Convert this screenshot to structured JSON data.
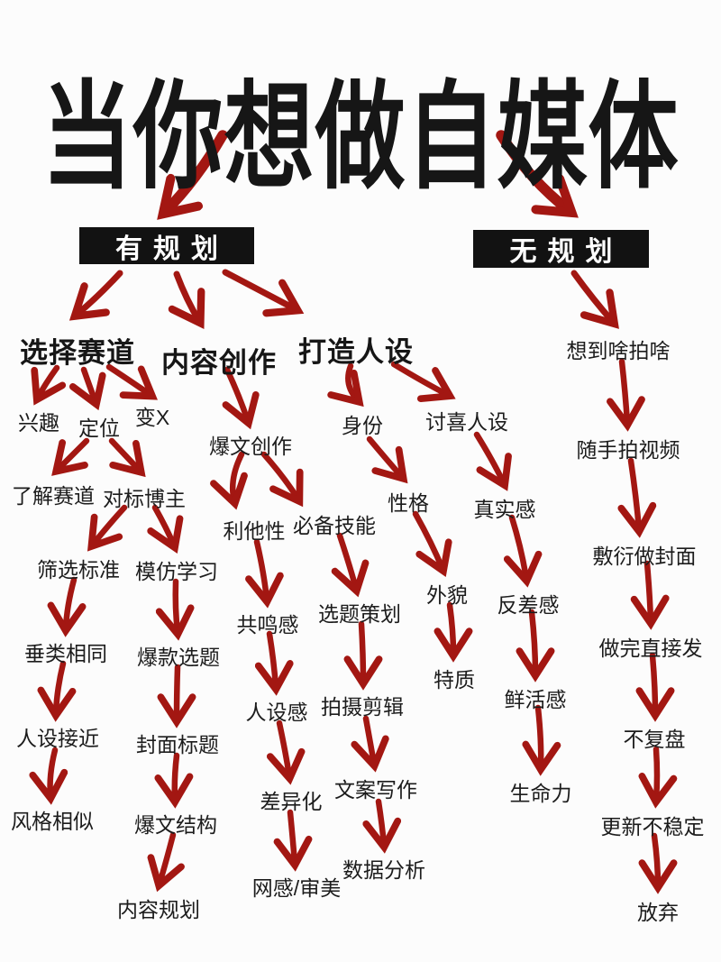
{
  "colors": {
    "arrow": "#a31712",
    "box_bg": "#121212",
    "text": "#161616",
    "page_bg": "#fcfcfc"
  },
  "nodes": {
    "title": "当你想做自媒体",
    "planned": "有规划",
    "unplanned": "无规划",
    "select_track": "选择赛道",
    "content_creation": "内容创作",
    "build_persona": "打造人设",
    "interest": "兴趣",
    "positioning": "定位",
    "monetize": "变X",
    "know_track": "了解赛道",
    "benchmark_bloggers": "对标博主",
    "filter_criteria": "筛选标准",
    "imitate_learn": "模仿学习",
    "same_vertical": "垂类相同",
    "close_persona": "人设接近",
    "similar_style": "风格相似",
    "hit_topic": "爆款选题",
    "cover_title": "封面标题",
    "viral_structure": "爆文结构",
    "content_plan": "内容规划",
    "viral_writing": "爆文创作",
    "altruism": "利他性",
    "required_skills": "必备技能",
    "resonance": "共鸣感",
    "persona_feel": "人设感",
    "differentiation": "差异化",
    "web_sense": "网感/审美",
    "topic_plan": "选题策划",
    "shoot_edit": "拍摄剪辑",
    "copywriting": "文案写作",
    "data_analysis": "数据分析",
    "identity": "身份",
    "likable_persona": "讨喜人设",
    "personality": "性格",
    "appearance": "外貌",
    "traits": "特质",
    "authenticity": "真实感",
    "contrast": "反差感",
    "vividness": "鲜活感",
    "vitality": "生命力",
    "random_shoot": "想到啥拍啥",
    "casual_video": "随手拍视频",
    "careless_cover": "敷衍做封面",
    "post_directly": "做完直接发",
    "no_review": "不复盘",
    "unstable_update": "更新不稳定",
    "give_up": "放弃"
  },
  "edges": [
    {
      "from": "title",
      "to": "planned"
    },
    {
      "from": "title",
      "to": "unplanned"
    },
    {
      "from": "planned",
      "to": "select_track"
    },
    {
      "from": "planned",
      "to": "content_creation"
    },
    {
      "from": "planned",
      "to": "build_persona"
    },
    {
      "from": "select_track",
      "to": "interest"
    },
    {
      "from": "select_track",
      "to": "positioning"
    },
    {
      "from": "select_track",
      "to": "monetize"
    },
    {
      "from": "positioning",
      "to": "know_track"
    },
    {
      "from": "positioning",
      "to": "benchmark_bloggers"
    },
    {
      "from": "benchmark_bloggers",
      "to": "filter_criteria"
    },
    {
      "from": "benchmark_bloggers",
      "to": "imitate_learn"
    },
    {
      "from": "filter_criteria",
      "to": "same_vertical"
    },
    {
      "from": "same_vertical",
      "to": "close_persona"
    },
    {
      "from": "close_persona",
      "to": "similar_style"
    },
    {
      "from": "imitate_learn",
      "to": "hit_topic"
    },
    {
      "from": "hit_topic",
      "to": "cover_title"
    },
    {
      "from": "cover_title",
      "to": "viral_structure"
    },
    {
      "from": "viral_structure",
      "to": "content_plan"
    },
    {
      "from": "content_creation",
      "to": "viral_writing"
    },
    {
      "from": "viral_writing",
      "to": "altruism"
    },
    {
      "from": "viral_writing",
      "to": "required_skills"
    },
    {
      "from": "altruism",
      "to": "resonance"
    },
    {
      "from": "resonance",
      "to": "persona_feel"
    },
    {
      "from": "persona_feel",
      "to": "differentiation"
    },
    {
      "from": "differentiation",
      "to": "web_sense"
    },
    {
      "from": "required_skills",
      "to": "topic_plan"
    },
    {
      "from": "topic_plan",
      "to": "shoot_edit"
    },
    {
      "from": "shoot_edit",
      "to": "copywriting"
    },
    {
      "from": "copywriting",
      "to": "data_analysis"
    },
    {
      "from": "build_persona",
      "to": "identity"
    },
    {
      "from": "build_persona",
      "to": "likable_persona"
    },
    {
      "from": "identity",
      "to": "personality"
    },
    {
      "from": "personality",
      "to": "appearance"
    },
    {
      "from": "appearance",
      "to": "traits"
    },
    {
      "from": "likable_persona",
      "to": "authenticity"
    },
    {
      "from": "authenticity",
      "to": "contrast"
    },
    {
      "from": "contrast",
      "to": "vividness"
    },
    {
      "from": "vividness",
      "to": "vitality"
    },
    {
      "from": "unplanned",
      "to": "random_shoot"
    },
    {
      "from": "random_shoot",
      "to": "casual_video"
    },
    {
      "from": "casual_video",
      "to": "careless_cover"
    },
    {
      "from": "careless_cover",
      "to": "post_directly"
    },
    {
      "from": "post_directly",
      "to": "no_review"
    },
    {
      "from": "no_review",
      "to": "unstable_update"
    },
    {
      "from": "unstable_update",
      "to": "give_up"
    }
  ]
}
